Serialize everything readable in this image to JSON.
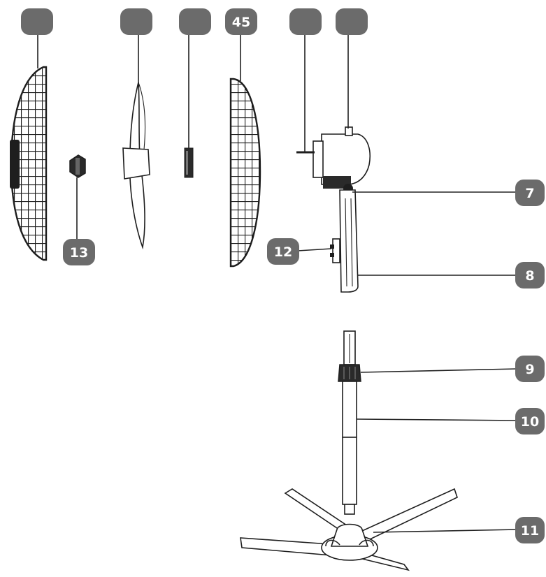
{
  "callouts": {
    "c1": "",
    "c2": "",
    "c3": "",
    "c45": "45",
    "c5": "",
    "c6": "",
    "c7": "7",
    "c8": "8",
    "c9": "9",
    "c10": "10",
    "c11": "11",
    "c12": "12",
    "c13": "13"
  },
  "colors": {
    "badge": "#6b6b6b",
    "line": "#222222"
  }
}
